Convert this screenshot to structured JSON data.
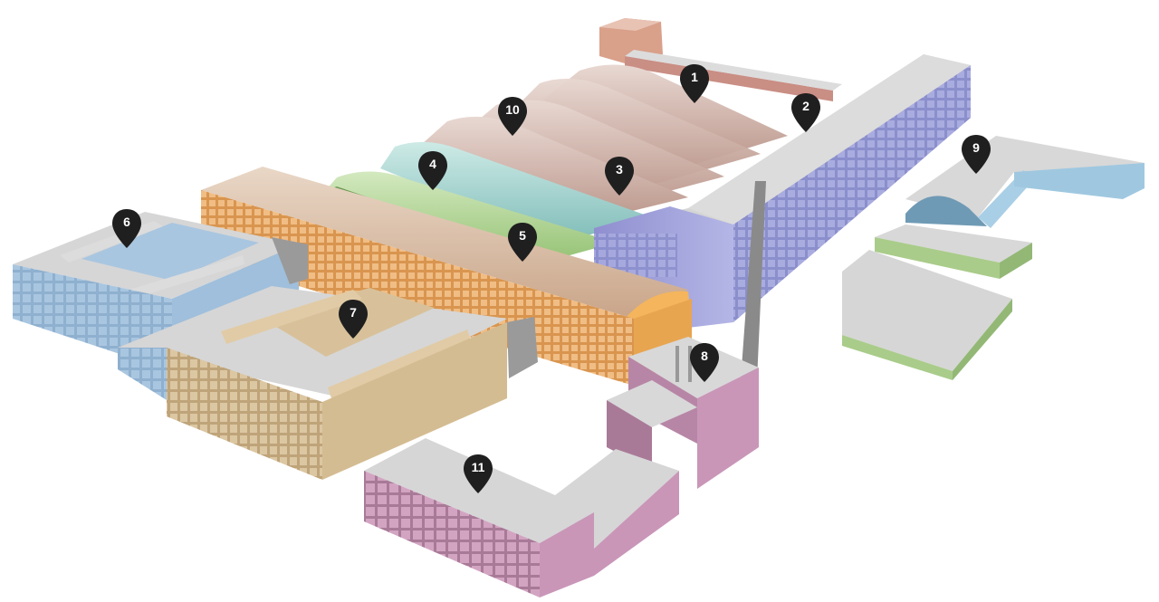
{
  "markers": [
    {
      "id": "1",
      "label": "1"
    },
    {
      "id": "2",
      "label": "2"
    },
    {
      "id": "3",
      "label": "3"
    },
    {
      "id": "4",
      "label": "4"
    },
    {
      "id": "5",
      "label": "5"
    },
    {
      "id": "6",
      "label": "6"
    },
    {
      "id": "7",
      "label": "7"
    },
    {
      "id": "8",
      "label": "8"
    },
    {
      "id": "9",
      "label": "9"
    },
    {
      "id": "10",
      "label": "10"
    },
    {
      "id": "11",
      "label": "11"
    }
  ],
  "colors": {
    "roof": "#d1d1d1",
    "pin": "#1f1f1f",
    "pin_text": "#ffffff",
    "building_1": "#c9a09a",
    "building_2": "#a4a6d8",
    "building_3": "#9ccdcb",
    "building_4": "#a9cf8e",
    "building_5": "#e5a86a",
    "building_6": "#9fbfdc",
    "building_7": "#d6be96",
    "building_8": "#c996b8",
    "building_9": "#a9cc8a",
    "building_10": "#b89c94",
    "building_11": "#c996b8"
  }
}
